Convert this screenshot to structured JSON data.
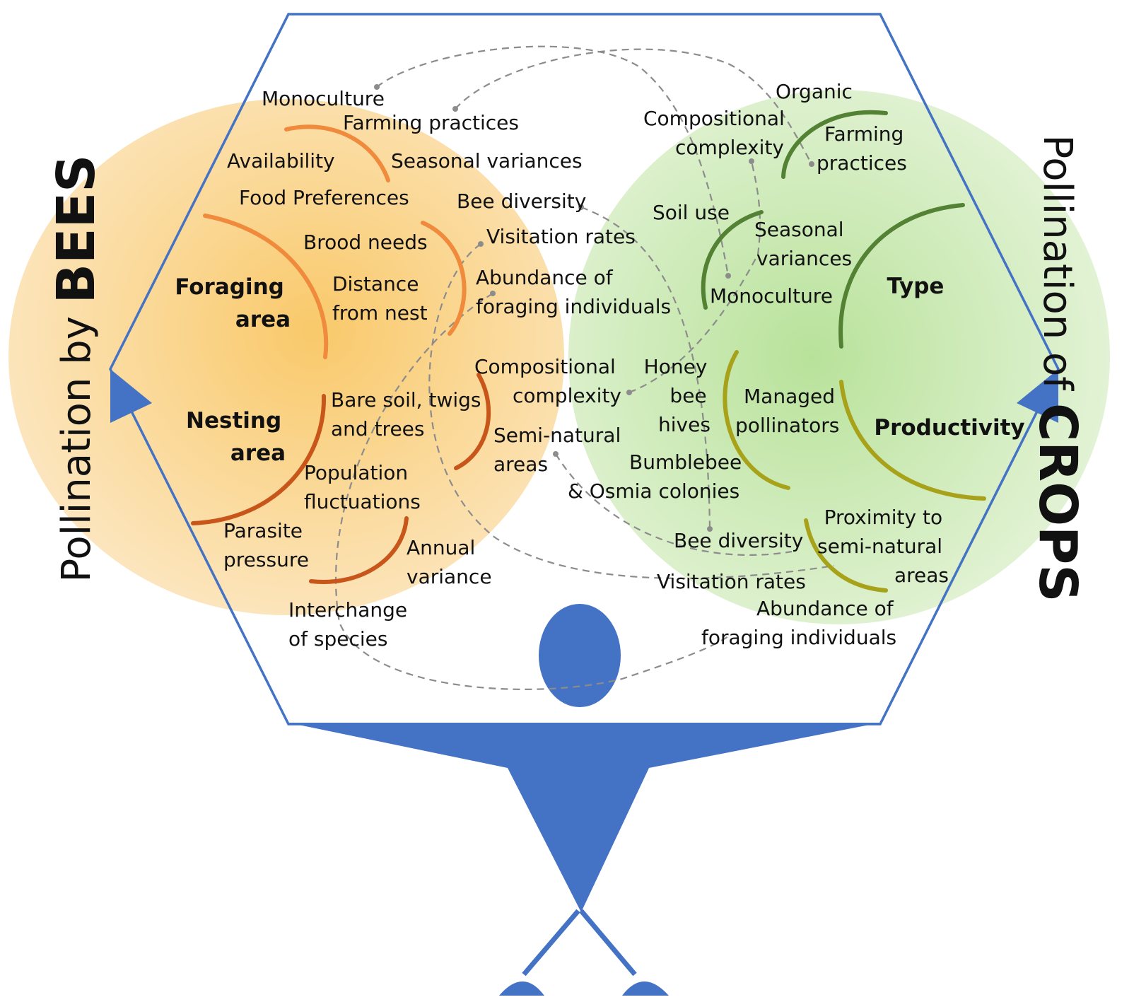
{
  "colors": {
    "bees_circle": "#FAD58E",
    "crops_circle": "#C9E8B0",
    "figure_blue": "#4472C4",
    "orange_arc": "#F08A3C",
    "dark_orange_arc": "#C8561A",
    "green_arc": "#548235",
    "olive_arc": "#A8A21A",
    "connector": "#8C8C8C"
  },
  "titles": {
    "bees_prefix": "Pollination by ",
    "bees_main": "BEES",
    "crops_prefix": "Pollination of ",
    "crops_main": "CROPS"
  },
  "bees": {
    "foraging_header": [
      "Foraging",
      "area"
    ],
    "nesting_header": [
      "Nesting",
      "area"
    ],
    "monoculture": "Monoculture",
    "farming_practices": "Farming practices",
    "availability": "Availability",
    "seasonal_variances": "Seasonal variances",
    "food_preferences": "Food Preferences",
    "bee_diversity": "Bee diversity",
    "brood_needs": "Brood needs",
    "visitation_rates": "Visitation rates",
    "distance_from_nest": [
      "Distance",
      "from nest"
    ],
    "abundance": [
      "Abundance of",
      "foraging individuals"
    ],
    "compositional_complexity": [
      "Compositional",
      "complexity"
    ],
    "bare_soil": [
      "Bare soil, twigs",
      "and trees"
    ],
    "semi_natural": [
      "Semi-natural",
      "areas"
    ],
    "population_fluctuations": [
      "Population",
      "fluctuations"
    ],
    "parasite_pressure": [
      "Parasite",
      "pressure"
    ],
    "annual_variance": [
      "Annual",
      "variance"
    ],
    "interchange": [
      "Interchange",
      "of species"
    ]
  },
  "crops": {
    "type_header": "Type",
    "productivity_header": "Productivity",
    "organic": "Organic",
    "compositional_complexity": [
      "Compositional",
      "complexity"
    ],
    "farming_practices": [
      "Farming",
      "practices"
    ],
    "soil_use": "Soil use",
    "seasonal_variances": [
      "Seasonal",
      "variances"
    ],
    "monoculture": "Monoculture",
    "honey_bee_hives": [
      "Honey",
      "bee",
      "hives"
    ],
    "managed_pollinators": [
      "Managed",
      "pollinators"
    ],
    "bumblebee": [
      "Bumblebee",
      "& Osmia colonies"
    ],
    "proximity": [
      "Proximity to",
      "semi-natural",
      "areas"
    ],
    "bee_diversity": "Bee diversity",
    "visitation_rates": "Visitation rates",
    "abundance": [
      "Abundance of",
      "foraging individuals"
    ]
  }
}
